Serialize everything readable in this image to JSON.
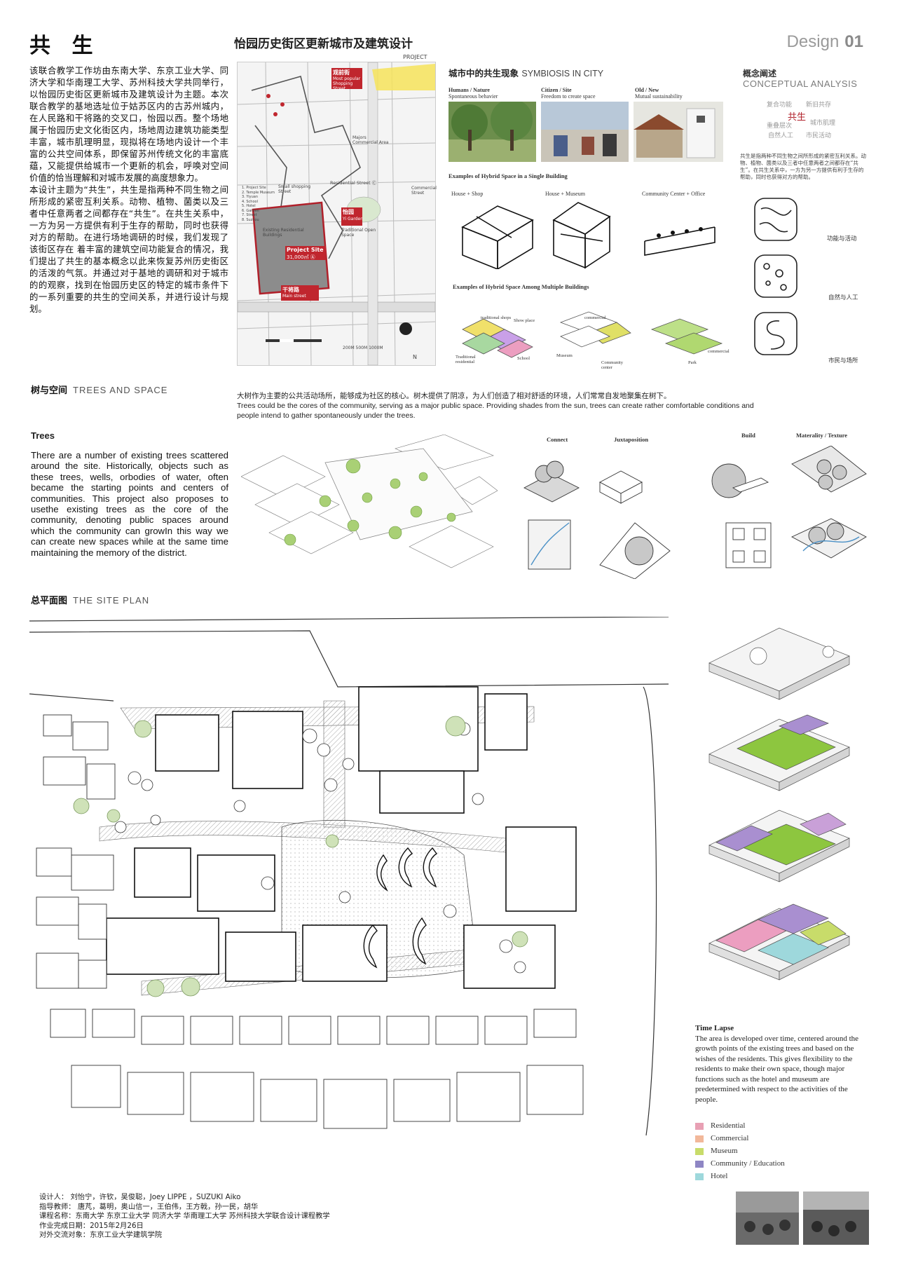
{
  "header": {
    "title": "共 生",
    "subtitle": "怡园历史街区更新城市及建筑设计",
    "design_word": "Design",
    "design_number": "01"
  },
  "intro": {
    "paragraph1": "该联合教学工作坊由东南大学、东京工业大学、同济大学和华南理工大学、苏州科技大学共同举行，以怡园历史街区更新城市及建筑设计为主题。本次联合教学的基地选址位于姑苏区内的古苏州城内，在人民路和干将路的交叉口，怡园以西。整个场地属于怡园历史文化街区内，场地周边建筑功能类型丰富，城市肌理明显，现拟将在场地内设计一个丰富的公共空间体系，即保留苏州传统文化的丰富底蕴，又能提供给城市一个更新的机会，呼唤对空间价值的恰当理解和对城市发展的高度想象力。",
    "paragraph2": "本设计主题为“共生”，共生是指两种不同生物之间所形成的紧密互利关系。动物、植物、菌类以及三者中任意两者之间都存在“共生”。在共生关系中，一方为另一方提供有利于生存的帮助，同时也获得对方的帮助。在进行场地调研的时候，我们发现了该街区存在 着丰富的建筑空间功能复合的情况，我们提出了共生的基本概念以此来恢复苏州历史街区的活泼的气氛。并通过对于基地的调研和对于城市的的观察，找到在怡园历史区的特定的城市条件下的一系列重要的共生的空间关系，并进行设计与规划。"
  },
  "site_map": {
    "project_label": "PROJECT",
    "guanqian": "观前街",
    "guanqian_desc": "Most popular Shopping Street",
    "yiyuan": "怡园",
    "yiyuan_desc": "Yi Garden",
    "project_site": "Project Site",
    "project_area": "31,000㎡ Ⓐ",
    "existing": "Existing Residential Buildings",
    "traditional": "Traditional Open Space",
    "ganjiang": "干将路",
    "main_street": "Main street",
    "residential_street": "Residential Street Ⓒ",
    "small_shopping": "Small shopping Street",
    "majors": "Majors Commercial Area",
    "commercial": "Commercial Street",
    "scale": "200M  500M  1000M",
    "north": "N",
    "legend_lines": [
      "1. Project Site",
      "2. Temple Museum",
      "3. Yiyuan",
      "4. School",
      "5. Hotel",
      "6. Garden",
      "7. Street",
      "8. Suzhou"
    ]
  },
  "symbiosis": {
    "title_cn": "城市中的共生现象",
    "title_en": "SYMBIOSIS IN CITY",
    "photos": [
      {
        "title": "Humans / Nature",
        "sub": "Spontaneous behavier"
      },
      {
        "title": "Citizen / Site",
        "sub": "Freedom to create space"
      },
      {
        "title": "Old / New",
        "sub": "Mutual sustainability"
      }
    ],
    "single_heading": "Examples of Hybrid Space in a Single Building",
    "single_labels": [
      "House + Shop",
      "House + Museum",
      "Community Center + Office"
    ],
    "multi_heading": "Examples of Hybrid Space Among Multiple Buildings",
    "multi_labels": [
      "traditional shops",
      "Show place",
      "Traditional residential",
      "School",
      "commercial",
      "Museum",
      "Community center",
      "Park",
      "commercial"
    ]
  },
  "concept": {
    "title_cn": "概念阐述",
    "title_en": "CONCEPTUAL ANALYSIS",
    "cloud_words": [
      "复合功能",
      "新旧共存",
      "重叠层次",
      "城市肌理",
      "自然人工",
      "市民活动"
    ],
    "center_word": "共生",
    "desc": "共生是指两种不同生物之间所形成的紧密互利关系。动物、植物、菌类以及三者中任意两者之间都存在“共生”。在共生关系中，一方为另一方提供有利于生存的帮助，同时也获得对方的帮助。",
    "diagram_labels": [
      "功能与活动",
      "自然与人工",
      "市民与场所"
    ]
  },
  "trees_space": {
    "head_cn": "树与空间",
    "head_en": "TREES AND SPACE",
    "intro_cn": "大树作为主要的公共活动场所，能够成为社区的核心。树木提供了阴凉，为人们创造了相对舒适的环境，人们常常自发地聚集在树下。",
    "intro_en": "Trees could be the cores of the community, serving as a major public space. Providing shades from the sun, trees can create rather comfortable conditions and people intend to gather spontaneously under the trees.",
    "trees_title": "Trees",
    "trees_body": "There are a number of existing trees scattered around the site. Historically, objects such as these trees, wells, orbodies of water, often became the starting points and centers of communities. This project also proposes to usethe existing trees as the core of the community, denoting public spaces around which the community can growIn this way we can create new spaces while at the same time maintaining the memory of the district.",
    "diagram_labels": [
      "Connect",
      "Juxtaposition",
      "Build",
      "Materality / Texture"
    ]
  },
  "site_plan": {
    "head_cn": "总平面图",
    "head_en": "THE SITE PLAN"
  },
  "time_lapse": {
    "title": "Time Lapse",
    "body": "The area is developed over time, centered around the growth points of the existing trees and based on the wishes of the residents. This gives flexibility to the residents to make their own space, though major functions such as the hotel and museum are predetermined with respect to the activities of the people.",
    "legend": [
      {
        "label": "Residential",
        "color": "#e8a0b4"
      },
      {
        "label": "Commercial",
        "color": "#f2b89a"
      },
      {
        "label": "Museum",
        "color": "#c8dc6a"
      },
      {
        "label": "Community / Education",
        "color": "#8e86c4"
      },
      {
        "label": "Hotel",
        "color": "#9ed8dc"
      }
    ]
  },
  "credits": {
    "designers": "设计人： 刘怡宁，许钦，吴俊聪，Joey LIPPE ，SUZUKI Aiko",
    "teachers": "指导教师： 唐芃，葛明，奥山信一，王伯伟，王方戟，孙一民，胡华",
    "course": "课程名称：东南大学 东京工业大学 同济大学 华南理工大学 苏州科技大学联合设计课程教学",
    "date": "作业完成日期：2015年2月26日",
    "exchange": "对外交流对象：东京工业大学建筑学院"
  }
}
